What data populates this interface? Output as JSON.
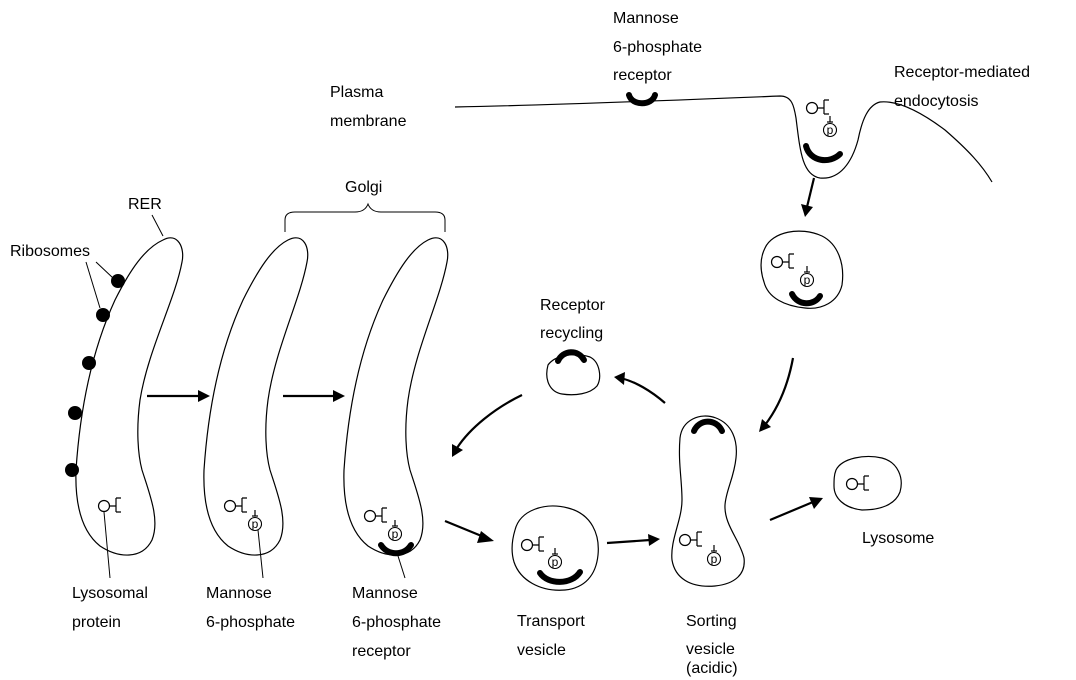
{
  "labels": {
    "mannose_receptor_top": [
      "Mannose",
      "6-phosphate",
      "receptor"
    ],
    "plasma_membrane": [
      "Plasma",
      "membrane"
    ],
    "receptor_mediated_endocytosis": [
      "Receptor-mediated",
      "endocytosis"
    ],
    "golgi": "Golgi",
    "rer": "RER",
    "ribosomes": "Ribosomes",
    "receptor_recycling": [
      "Receptor",
      "recycling"
    ],
    "lysosomal_protein": [
      "Lysosomal",
      "protein"
    ],
    "mannose_6_phosphate": [
      "Mannose",
      "6-phosphate"
    ],
    "mannose_6_phosphate_receptor": [
      "Mannose",
      "6-phosphate",
      "receptor"
    ],
    "transport_vesicle": [
      "Transport",
      "vesicle"
    ],
    "sorting_vesicle": [
      "Sorting",
      "vesicle",
      "(acidic)"
    ],
    "lysosome": "Lysosome",
    "phosphate_symbol": "p"
  }
}
